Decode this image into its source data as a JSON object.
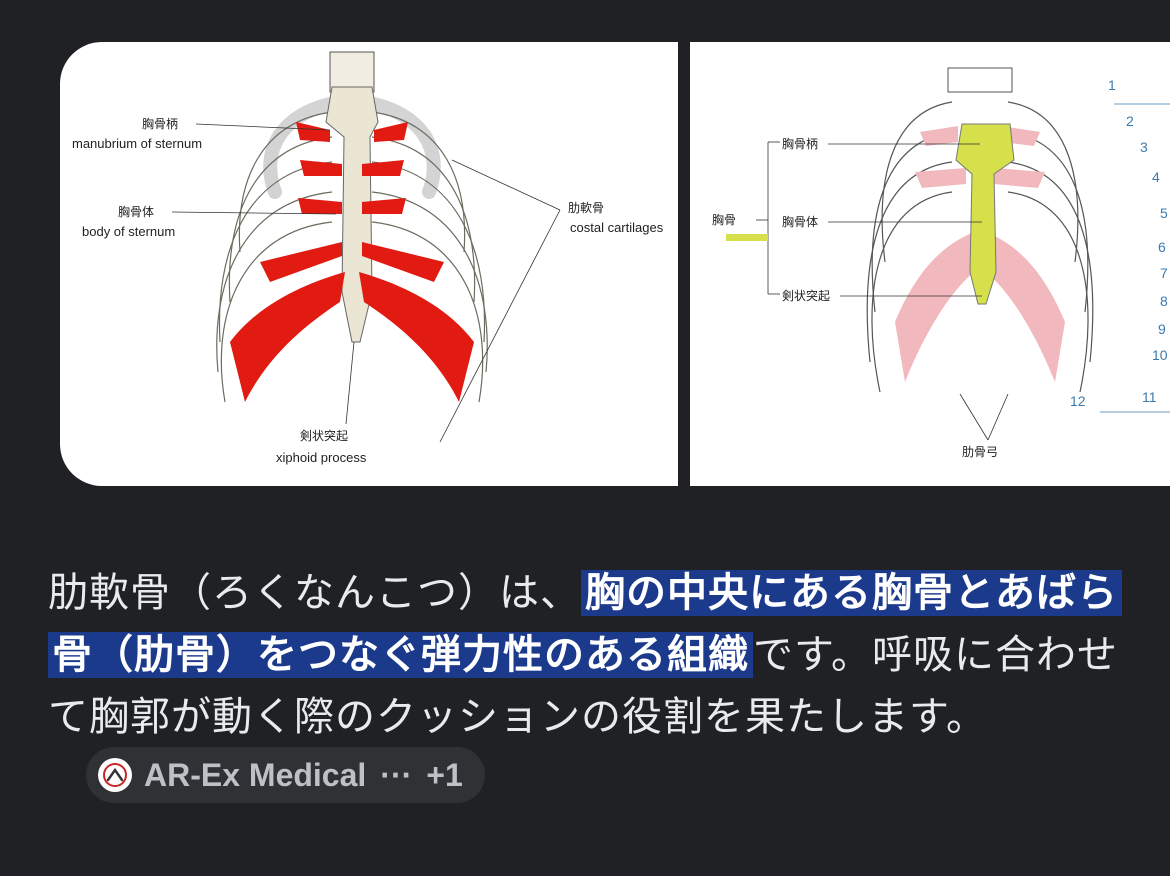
{
  "images": [
    {
      "labels": {
        "manubrium_jp": "胸骨柄",
        "manubrium_en": "manubrium of sternum",
        "body_jp": "胸骨体",
        "body_en": "body of sternum",
        "costal_jp": "肋軟骨",
        "costal_en": "costal cartilages",
        "xiphoid_jp": "剣状突起",
        "xiphoid_en": "xiphoid process"
      },
      "cartilage_color": "#e21b12"
    },
    {
      "labels": {
        "sternum": "胸骨",
        "manubrium": "胸骨柄",
        "body": "胸骨体",
        "xiphoid": "剣状突起",
        "costal_arch": "肋骨弓"
      },
      "rib_numbers": [
        "1",
        "2",
        "3",
        "4",
        "5",
        "6",
        "7",
        "8",
        "9",
        "10",
        "11",
        "12"
      ],
      "sternum_color": "#d6e04a",
      "cartilage_color": "#f1b9bd"
    }
  ],
  "answer": {
    "text_before": "肋軟骨（ろくなんこつ）は、",
    "highlight": "胸の中央にある胸骨とあばら骨（肋骨）をつなぐ弾力性のある組織",
    "text_after": "です。呼吸に合わせて胸郭が動く際のクッションの役割を果たします。",
    "highlight_color": "#1c3a8c"
  },
  "source_chip": {
    "name": "AR-Ex Medical",
    "more": "···",
    "extra": "+1",
    "icon": "ar-ex-logo-icon"
  }
}
